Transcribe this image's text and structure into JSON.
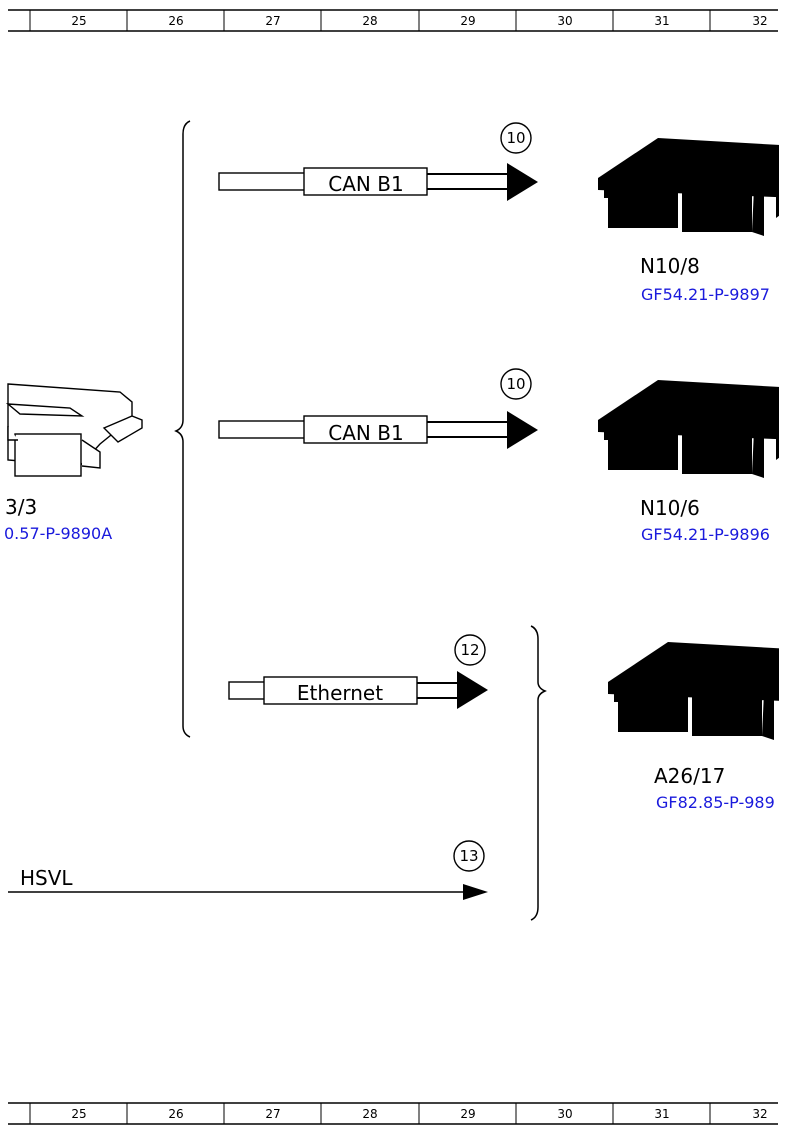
{
  "ruler": {
    "columns": [
      "25",
      "26",
      "27",
      "28",
      "29",
      "30",
      "31",
      "32"
    ]
  },
  "left_unit": {
    "label": "3/3",
    "ref": "0.57-P-9890A"
  },
  "connections": [
    {
      "bus": "CAN B1",
      "marker": "10"
    },
    {
      "bus": "CAN B1",
      "marker": "10"
    },
    {
      "bus": "Ethernet",
      "marker": "12"
    },
    {
      "bus": "HSVL",
      "marker": "13"
    }
  ],
  "units": [
    {
      "label": "N10/8",
      "ref": "GF54.21-P-9897"
    },
    {
      "label": "N10/6",
      "ref": "GF54.21-P-9896"
    },
    {
      "label": "A26/17",
      "ref": "GF82.85-P-989"
    }
  ],
  "colors": {
    "ref_link": "#1a1adc",
    "line": "#000000"
  }
}
